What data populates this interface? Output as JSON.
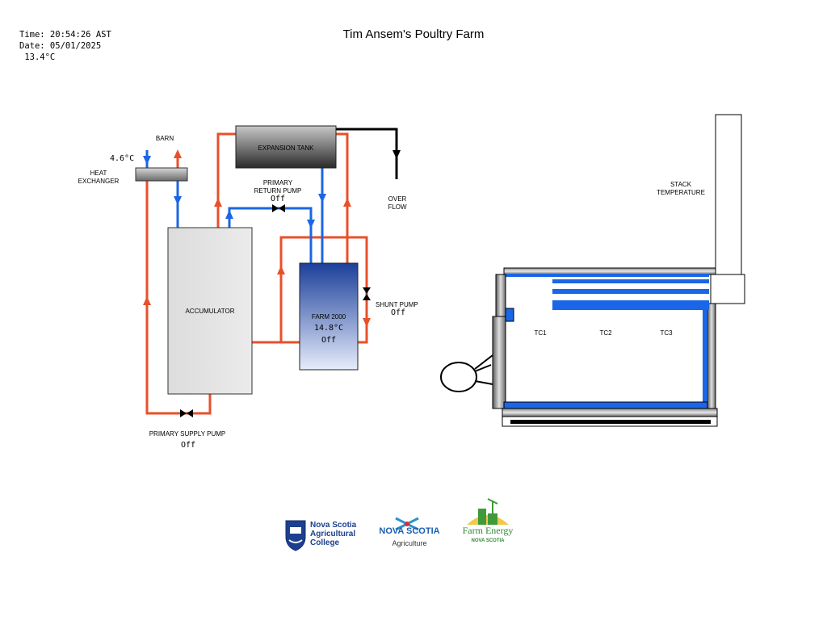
{
  "status": {
    "time": "Time: 20:54:26 AST",
    "date": "Date: 05/01/2025",
    "outside_temp": " 13.4°C"
  },
  "title": "Tim Ansem's Poultry Farm",
  "labels": {
    "barn": "BARN",
    "heat_exchanger_line1": "HEAT",
    "heat_exchanger_line2": "EXCHANGER",
    "expansion_tank": "EXPANSION TANK",
    "primary_return_pump_line1": "PRIMARY",
    "primary_return_pump_line2": "RETURN PUMP",
    "overflow_line1": "OVER",
    "overflow_line2": "FLOW",
    "accumulator": "ACCUMULATOR",
    "farm2000": "FARM 2000",
    "shunt_pump": "SHUNT PUMP",
    "primary_supply_pump": "PRIMARY SUPPLY PUMP",
    "stack_temperature_line1": "STACK",
    "stack_temperature_line2": "TEMPERATURE",
    "tc1": "TC1",
    "tc2": "TC2",
    "tc3": "TC3"
  },
  "values": {
    "barn_temp": "4.6°C",
    "primary_return_pump_state": "Off",
    "farm2000_temp": "14.8°C",
    "farm2000_state": "Off",
    "shunt_pump_state": "Off",
    "primary_supply_pump_state": "Off"
  },
  "logos": {
    "nsac_line1": "Nova Scotia",
    "nsac_line2": "Agricultural",
    "nsac_line3": "College",
    "ns_agri_line1": "NOVA SCOTIA",
    "ns_agri_line2": "Agriculture",
    "farm_energy_line1": "Farm Energy",
    "farm_energy_line2": "NOVA SCOTIA"
  },
  "colors": {
    "hot_pipe": "#e8502a",
    "cold_pipe": "#1a66e6",
    "overflow_pipe": "#000000"
  }
}
